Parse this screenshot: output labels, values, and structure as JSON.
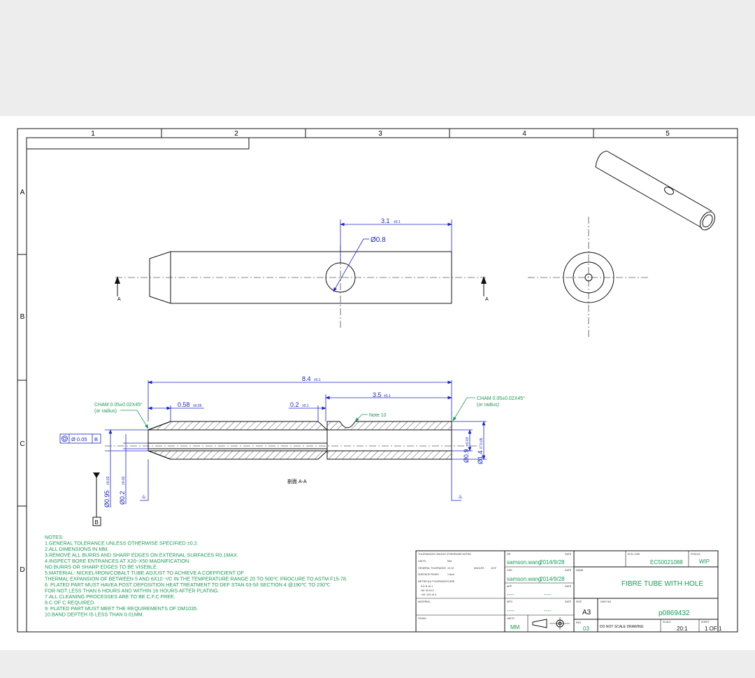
{
  "border": {
    "columns": [
      "1",
      "2",
      "3",
      "4",
      "5"
    ],
    "rows": [
      "A",
      "B",
      "C",
      "D"
    ]
  },
  "dimensions": {
    "hole_dia": "Ø0.8",
    "hole_pos": "3.1",
    "hole_pos_tol": "±0.1",
    "overall_len": "8.4",
    "overall_len_tol": "±0.1",
    "bore_len": "3.5",
    "bore_len_tol": "±0.1",
    "front_len": "0.58",
    "front_len_tol": "±0.05",
    "groove_w": "0.2",
    "groove_w_tol": "±0.1",
    "bore_dia": "Ø0.9",
    "bore_dia_tol": "±0.03",
    "outer_dia": "Ø1.4",
    "outer_dia_tol": "0 -0.05",
    "small_bore": "Ø0.2",
    "small_bore_tol": "±0.02",
    "front_dia": "Ø0.95",
    "front_dia_tol": "±0.02",
    "cham_angle": "5°",
    "cham_angle2": "5°"
  },
  "annotations": {
    "cham_left_1": "CHAM 0.05±0.02X45°",
    "cham_left_2": "(or radius)",
    "cham_right_1": "CHAM 0.05±0.02X45°",
    "cham_right_2": "(or radius)",
    "note10": "Note 10",
    "section_label": "剖面 A-A",
    "section_mark_left": "A",
    "section_mark_right": "A",
    "datum": "B",
    "fcf_value": "Ø 0.05",
    "fcf_datum": "B"
  },
  "notes": [
    "NOTES:",
    "1.GENERAL TOLERANCE UNLESS OTHERWISE SPECIFIED ±0.2.",
    "2.ALL DIMENSIONS IN MM.",
    "3.REMOVE ALL BURRS AND SHARP EDGES ON EXTERNAL SURFACES R0.1MAX.",
    "4.INSPECT BORE ENTRANCES AT X20~X50 MAGNIFICATION.",
    "NO BURRS OR SHARP EDGES TO BE VISEBLE.",
    "5.MATERIAL: NICKEL/IRON/COBALT TUBE.ADJUST TO  ACHIEVE A COEFFICIENT OF",
    "THERMAL EXPANSION OF BETWEEN 5 AND 6X10⁻⁶/C IN THE TEMPERATURE RANGE 20 TO 500℃ PROCURE TO ASTM F15-78.",
    "6. PLATED PART MUST HAVEA POST DEPOSITION HEAT TREATMENT TO DEF STAN 03-5/I SECTION 4 @190℃ TO 230℃",
    " FOR NOT LESS THAN 6 HOURS AND WITHIN 16 HOURS AFTER PLATING.",
    "7.ALL CLEANING PROCESSES ARE TO BE C.F.C FREE.",
    "8.C OF C REQUIRED.",
    "9. PLATED PART MUST MEET THE REQUIREMENTS OF DM1035.",
    "10.BAND DEPTEH IS LESS THAN 0.01MM."
  ],
  "title_block": {
    "tol_header": "TOLERANCES UNLESS OTHERWISE NOTED",
    "units_label": "UNITS:",
    "units_value": "MM",
    "general_tol_label": "GENERAL TOLERANCE",
    "general_tol_value": "±0.10",
    "angle_label": "ANGLES",
    "angle_value": "±0.5°",
    "surface_label": "SURFACE FINISH",
    "surface_value": "1.6um",
    "metric_label": "METRIC(H) TOLERANCES ARE",
    "metric_1": "0-5~6   ±0.1",
    "metric_2": "H6~30   ±0.2",
    "metric_3": "+30~120  ±0.3",
    "material_label": "MATERIAL",
    "finish_label": "FINISH",
    "dr_label": "DR",
    "date_label": "DATE",
    "drawn_by": "samson.wang",
    "drawn_date": "2014/9/28",
    "chk_label": "CHK",
    "checked_by": "samson.wang",
    "checked_date": "2014/9/28",
    "app_label": "APP",
    "app_by": "----",
    "app_date": "----",
    "mfg_label": "MFG",
    "mfg_by": "----",
    "units2_label": "UNITS",
    "units2_value": "MM",
    "ecn_label": "ECN / MIS",
    "ecn": "EC50021088",
    "status_label": "STATUS",
    "status": "WIP",
    "name_label": "NAME",
    "title": "FIBRE TUBE WITH HOLE",
    "size_label": "SIZE",
    "size": "A3",
    "dwg_label": "DWG NO.",
    "dwg_no": "p0869432",
    "rev_label": "REV",
    "rev": "03",
    "do_not_scale": "DO NOT SCALE DRAWING",
    "scale_label": "SCALE",
    "scale": "20:1",
    "sheet_label": "SHEET",
    "sheet": "1 OF 1"
  }
}
